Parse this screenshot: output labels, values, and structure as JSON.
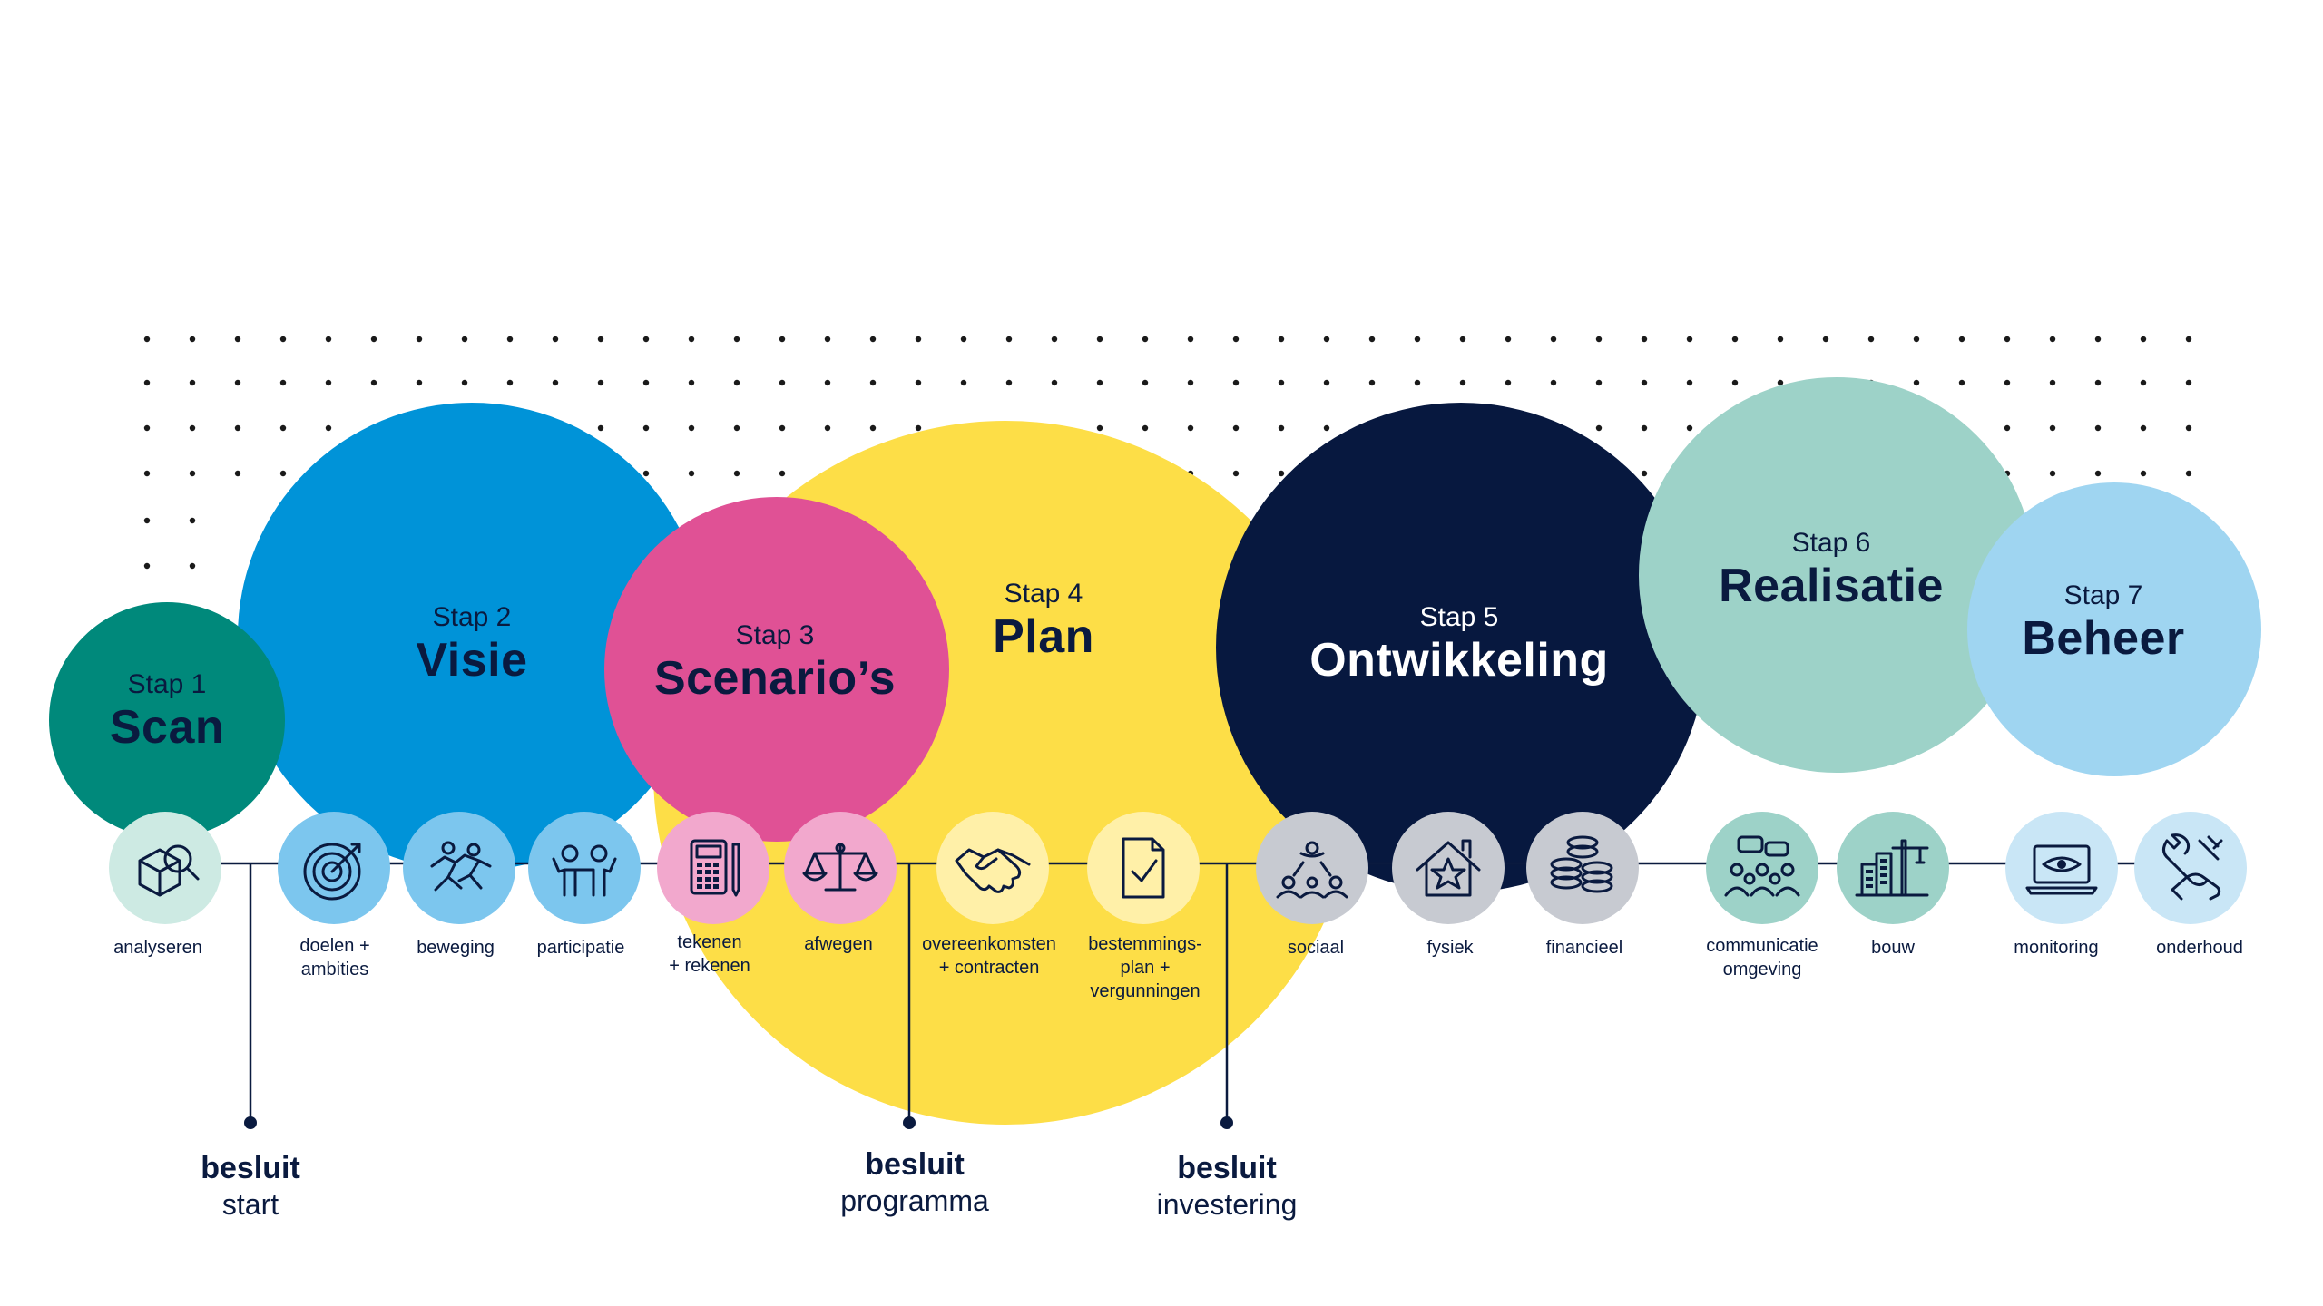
{
  "colors": {
    "navy": "#0a1a3f",
    "teal": "#00897b",
    "blue": "#0093d8",
    "pink": "#e05195",
    "yellow": "#fdde47",
    "darknavy": "#07183f",
    "mint": "#9dd2c8",
    "lightblue": "#9fd5f1"
  },
  "steps": [
    {
      "label": "Stap 1",
      "title": "Scan",
      "color": "#00897b",
      "text_color": "#0a1a3f"
    },
    {
      "label": "Stap 2",
      "title": "Visie",
      "color": "#0093d8",
      "text_color": "#0a1a3f"
    },
    {
      "label": "Stap 3",
      "title": "Scenario’s",
      "color": "#e05195",
      "text_color": "#0a1a3f"
    },
    {
      "label": "Stap 4",
      "title": "Plan",
      "color": "#fdde47",
      "text_color": "#0a1a3f"
    },
    {
      "label": "Stap 5",
      "title": "Ontwikkeling",
      "color": "#07183f",
      "text_color": "#ffffff"
    },
    {
      "label": "Stap 6",
      "title": "Realisatie",
      "color": "#9dd2c8",
      "text_color": "#0a1a3f"
    },
    {
      "label": "Stap 7",
      "title": "Beheer",
      "color": "#9fd5f1",
      "text_color": "#0a1a3f"
    }
  ],
  "activities": [
    {
      "label": "analyseren",
      "icon": "box-magnifier-icon",
      "color": "#cdeae3"
    },
    {
      "label": "doelen  +\nambities",
      "icon": "target-icon",
      "color": "#7cc6ee"
    },
    {
      "label": "beweging",
      "icon": "running-people-icon",
      "color": "#7cc6ee"
    },
    {
      "label": "participatie",
      "icon": "people-group-icon",
      "color": "#7cc6ee"
    },
    {
      "label": "tekenen\n+ rekenen",
      "icon": "calculator-icon",
      "color": "#f2a8cd"
    },
    {
      "label": "afwegen",
      "icon": "scales-icon",
      "color": "#f2a8cd"
    },
    {
      "label": "overeenkomsten\n+ contracten",
      "icon": "handshake-icon",
      "color": "#fff0a8"
    },
    {
      "label": "bestemmings-\nplan +\nvergunningen",
      "icon": "document-check-icon",
      "color": "#fff0a8"
    },
    {
      "label": "sociaal",
      "icon": "social-network-icon",
      "color": "#c7cad1"
    },
    {
      "label": "fysiek",
      "icon": "house-star-icon",
      "color": "#c7cad1"
    },
    {
      "label": "financieel",
      "icon": "coins-icon",
      "color": "#c7cad1"
    },
    {
      "label": "communicatie\nomgeving",
      "icon": "community-chat-icon",
      "color": "#9dd2c8"
    },
    {
      "label": "bouw",
      "icon": "construction-icon",
      "color": "#9dd2c8"
    },
    {
      "label": "monitoring",
      "icon": "laptop-eye-icon",
      "color": "#c9e6f6"
    },
    {
      "label": "onderhoud",
      "icon": "wrench-hand-icon",
      "color": "#c9e6f6"
    }
  ],
  "milestones": [
    {
      "title": "besluit",
      "subtitle": "start"
    },
    {
      "title": "besluit",
      "subtitle": "programma"
    },
    {
      "title": "besluit",
      "subtitle": "investering"
    }
  ]
}
